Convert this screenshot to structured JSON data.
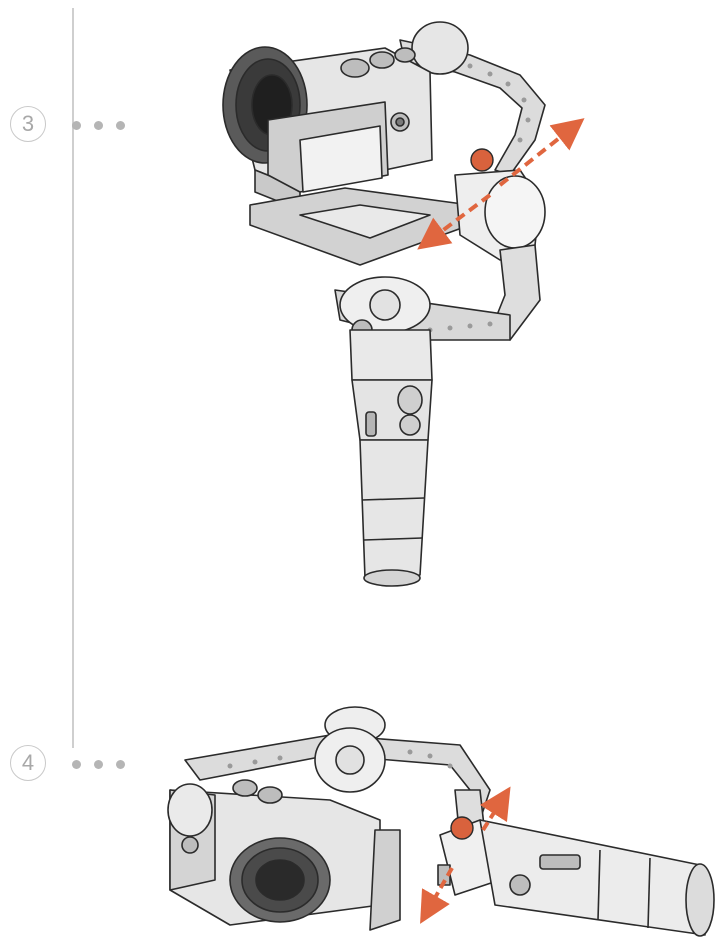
{
  "steps": [
    {
      "number": "3"
    },
    {
      "number": "4"
    }
  ],
  "colors": {
    "outline": "#2b2b2b",
    "body_fill": "#e6e6e6",
    "dark_fill": "#b9b9b9",
    "accent_knob": "#d9623d",
    "arrow": "#e0663f",
    "timeline": "#cfcfcf"
  },
  "icons": [
    "gimbal-with-camera-upright",
    "gimbal-with-camera-flipped",
    "adjustment-arrow",
    "locking-knob"
  ]
}
